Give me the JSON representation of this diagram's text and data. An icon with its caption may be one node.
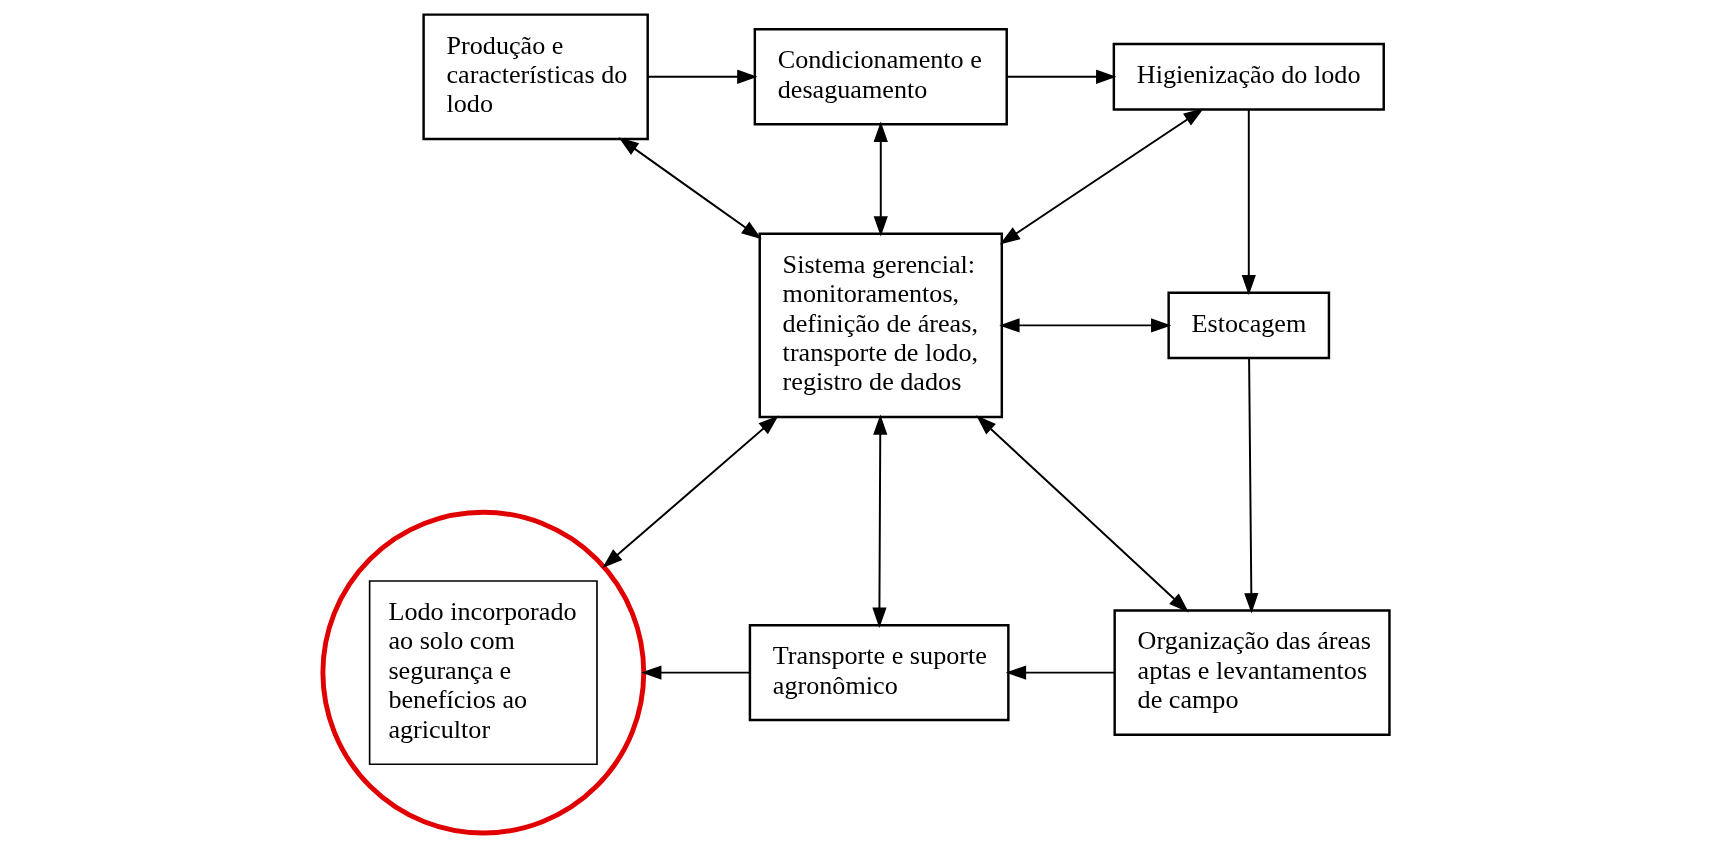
{
  "diagram": {
    "nodes": [
      {
        "text": [
          "Produção e características do lodo"
        ]
      },
      {
        "text": [
          "Condicionamento e desaguamento"
        ]
      },
      {
        "text": [
          "Higienização do lodo"
        ]
      },
      {
        "text": [
          "Sistema gerencial: monitoramentos, definição de áreas, transporte de lodo, registro de dados"
        ]
      },
      {
        "text": [
          "Estocagem"
        ]
      },
      {
        "text": [
          "Lodo incorporado ao solo com segurança e benefícios ao agricultor"
        ]
      },
      {
        "text": [
          "Transporte e suporte agronômico"
        ]
      },
      {
        "text": [
          "Organização das áreas aptas e levantamentos de campo"
        ]
      }
    ],
    "edges": [
      {
        "from": 0,
        "to": 1,
        "arrow": "to"
      },
      {
        "from": 1,
        "to": 2,
        "arrow": "to"
      },
      {
        "from": 0,
        "to": 3,
        "arrow": "both"
      },
      {
        "from": 1,
        "to": 3,
        "arrow": "both"
      },
      {
        "from": 2,
        "to": 3,
        "arrow": "both"
      },
      {
        "from": 2,
        "to": 4,
        "arrow": "to"
      },
      {
        "from": 3,
        "to": 4,
        "arrow": "both"
      },
      {
        "from": 3,
        "to": 5,
        "arrow": "both"
      },
      {
        "from": 4,
        "to": 7,
        "arrow": "to"
      },
      {
        "from": 3,
        "to": 6,
        "arrow": "both"
      },
      {
        "from": 3,
        "to": 7,
        "arrow": "both"
      },
      {
        "from": 7,
        "to": 6,
        "arrow": "to"
      },
      {
        "from": 6,
        "to": 5,
        "arrow": "to"
      }
    ]
  }
}
